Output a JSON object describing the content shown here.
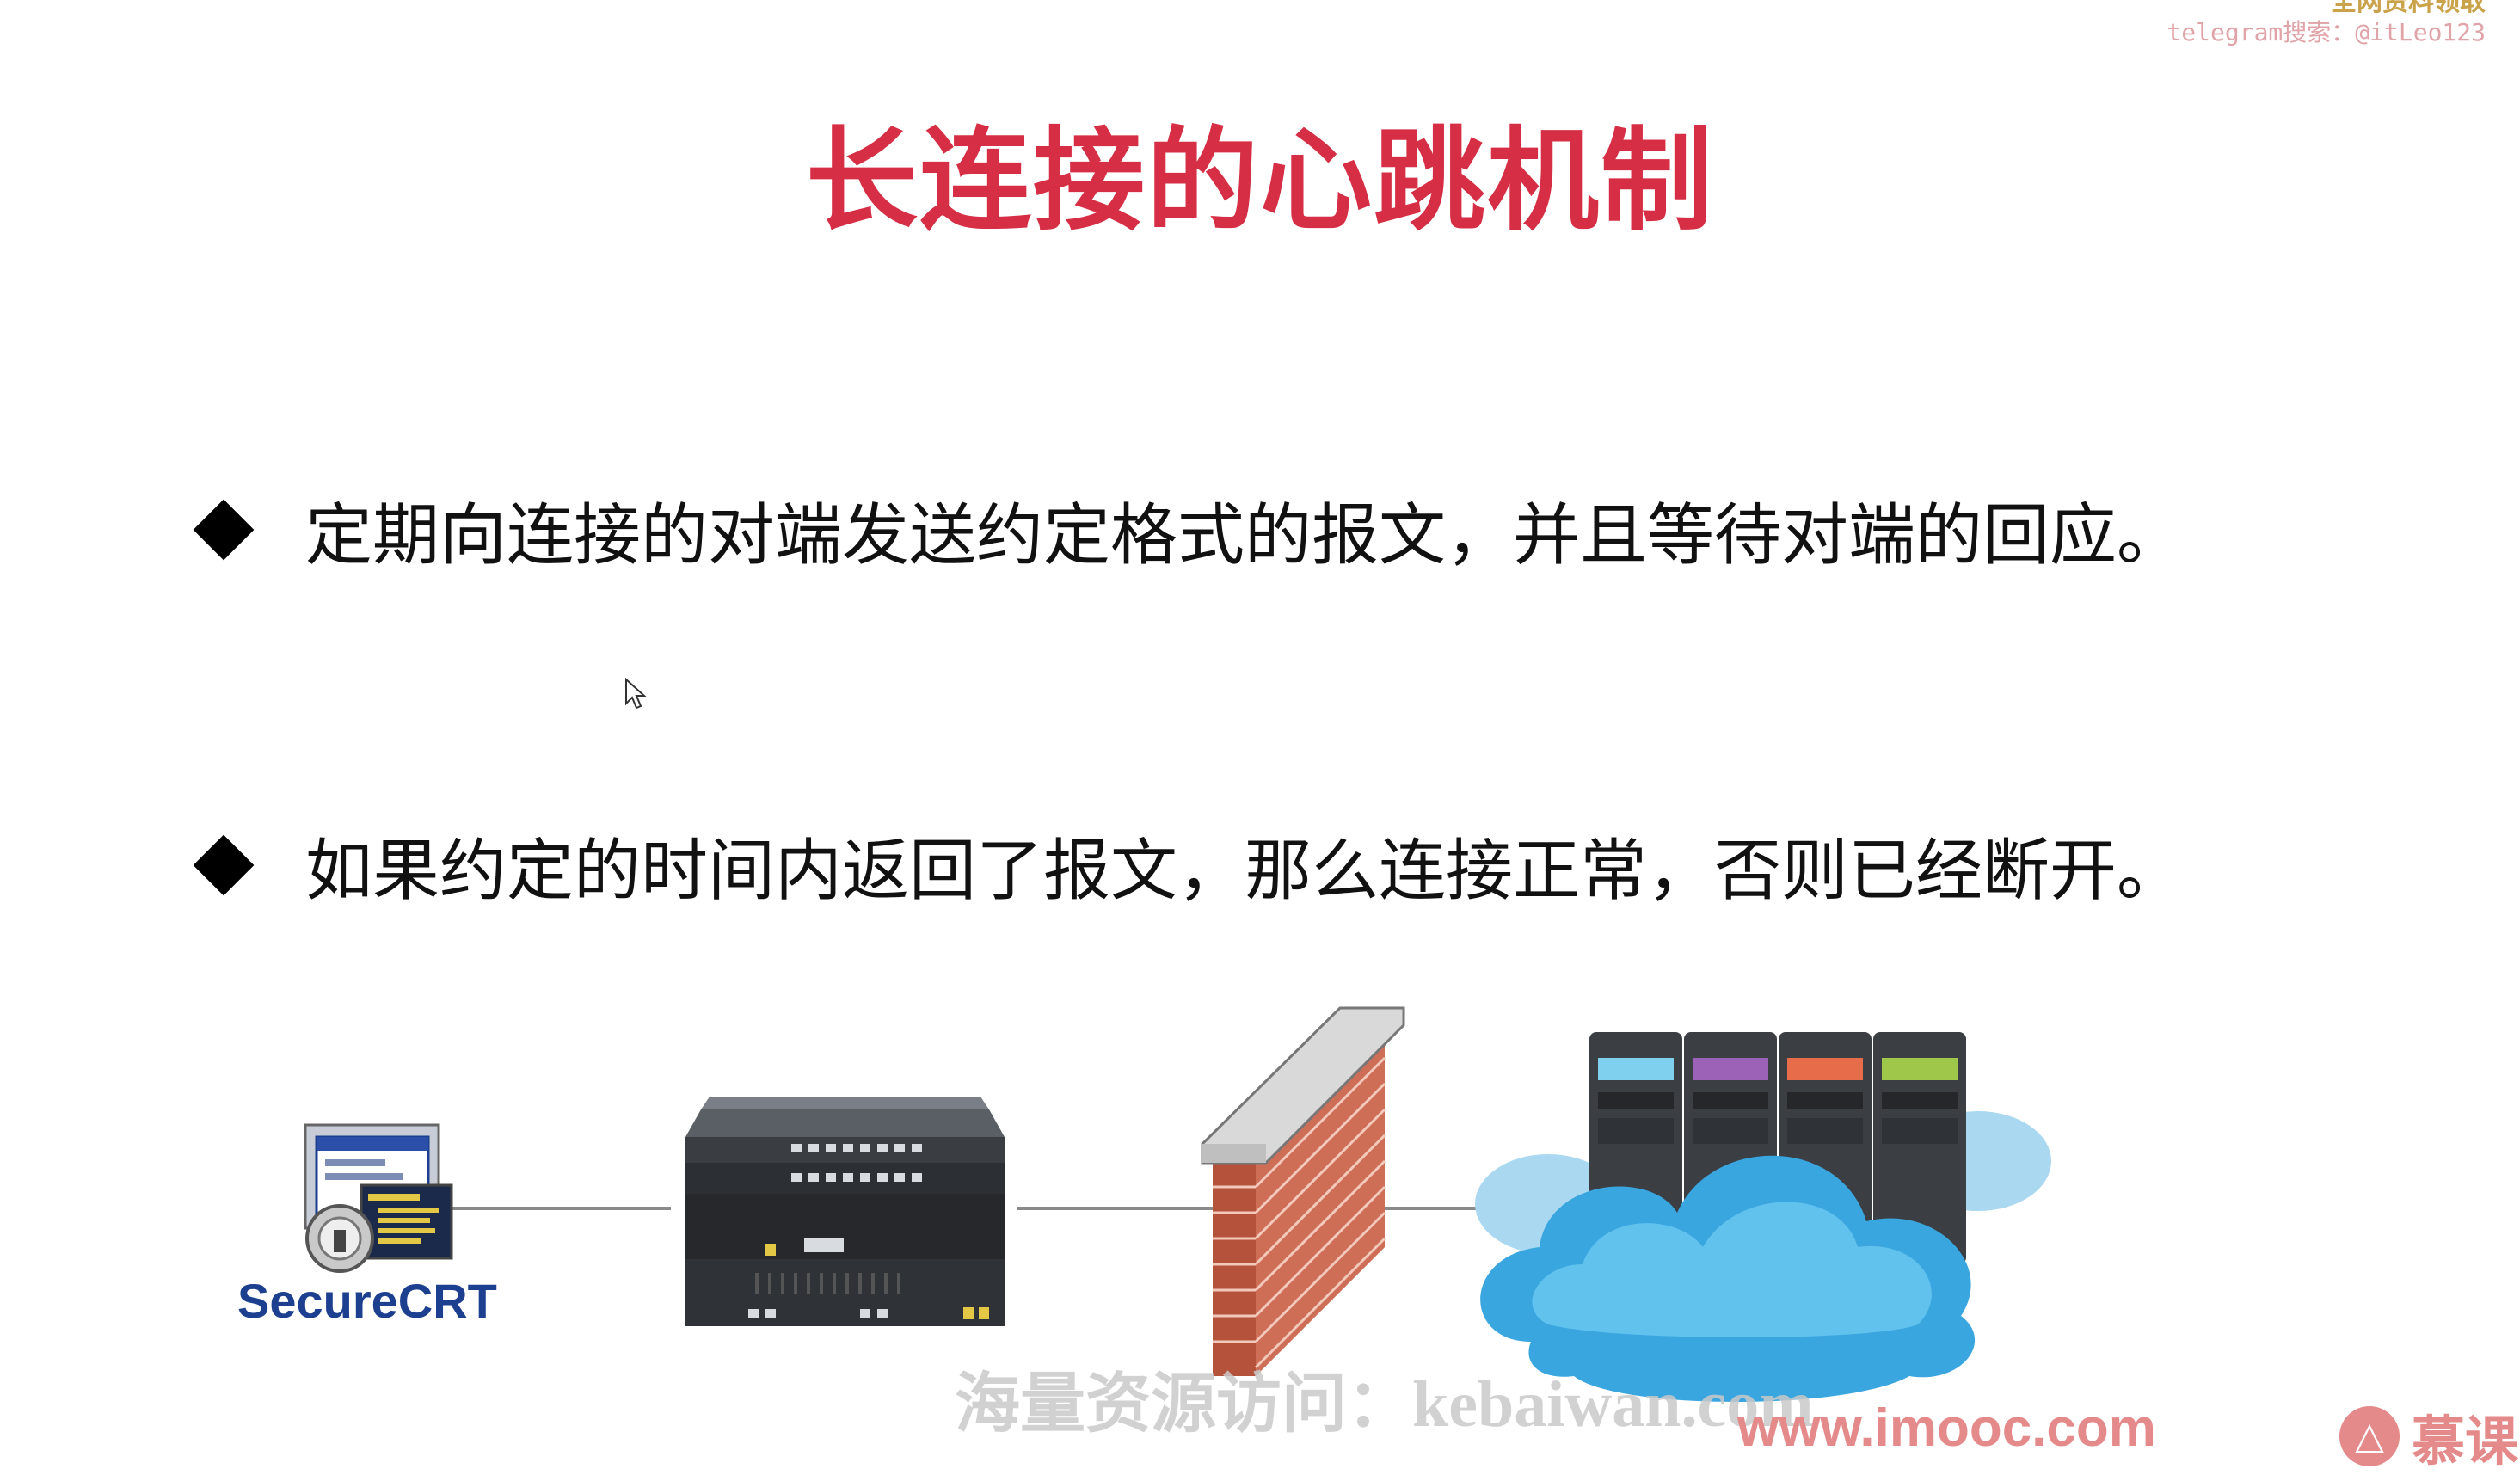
{
  "watermark_top": {
    "line1": "全网资料领取",
    "line2": "telegram搜索：@itLeo123"
  },
  "slide": {
    "title": "长连接的心跳机制",
    "bullets": [
      "定期向连接的对端发送约定格式的报文，并且等待对端的回应。",
      "如果约定的时间内返回了报文，那么连接正常，否则已经断开。"
    ]
  },
  "diagram": {
    "client_label": "SecureCRT",
    "client_icon": "securecrt-icon",
    "router_icon": "router-icon",
    "firewall_icon": "firewall-icon",
    "server_icon": "cloud-server-icon"
  },
  "watermark_bottom": "海量资源访问：kebaiwan.com",
  "footer": {
    "site": "www.imooc.com",
    "brand": "慕课"
  },
  "colors": {
    "title": "#d62f45",
    "brand": "#e58a8a",
    "securecrt": "#1d3f8f"
  }
}
